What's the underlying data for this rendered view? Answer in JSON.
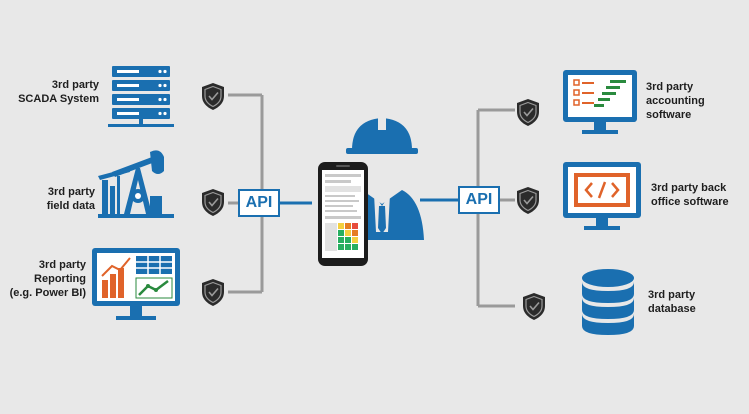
{
  "colors": {
    "background": "#e8e8e8",
    "primary_blue": "#1a6fb0",
    "connector_gray": "#9a9a9a",
    "shield_dark": "#2b2b2b",
    "accent_orange": "#e0632a",
    "accent_green": "#2a8a3e"
  },
  "icons": {
    "left": [
      "server-rack-icon",
      "oil-pumpjack-icon",
      "reporting-dashboard-icon"
    ],
    "center": [
      "engineer-with-hardhat-icon",
      "smartphone-app-icon"
    ],
    "right": [
      "accounting-monitor-icon",
      "code-monitor-icon",
      "database-icon"
    ],
    "security": "shield-check-icon"
  },
  "api_labels": {
    "left": "API",
    "right": "API"
  },
  "sources_left": [
    {
      "label": "3rd party\nSCADA System"
    },
    {
      "label": "3rd party\nfield data"
    },
    {
      "label": "3rd party\nReporting\n(e.g. Power BI)"
    }
  ],
  "targets_right": [
    {
      "label": "3rd party\naccounting\nsoftware"
    },
    {
      "label": "3rd party back\noffice software"
    },
    {
      "label": "3rd party\ndatabase"
    }
  ]
}
